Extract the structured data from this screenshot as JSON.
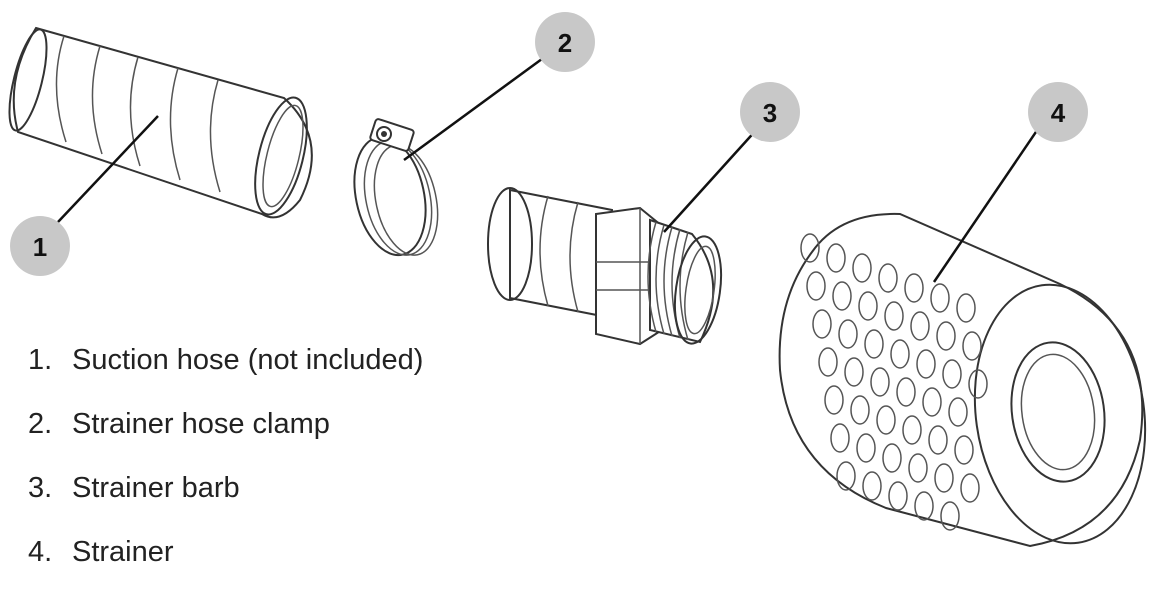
{
  "colors": {
    "callout_fill": "#c8c8c8",
    "outline": "#333333",
    "text": "#222222"
  },
  "callouts": [
    {
      "number": "1",
      "part": "suction-hose"
    },
    {
      "number": "2",
      "part": "hose-clamp"
    },
    {
      "number": "3",
      "part": "strainer-barb"
    },
    {
      "number": "4",
      "part": "strainer"
    }
  ],
  "legend": [
    {
      "number": "1.",
      "label": "Suction hose (not included)"
    },
    {
      "number": "2.",
      "label": "Strainer hose clamp"
    },
    {
      "number": "3.",
      "label": "Strainer barb"
    },
    {
      "number": "4.",
      "label": "Strainer"
    }
  ]
}
